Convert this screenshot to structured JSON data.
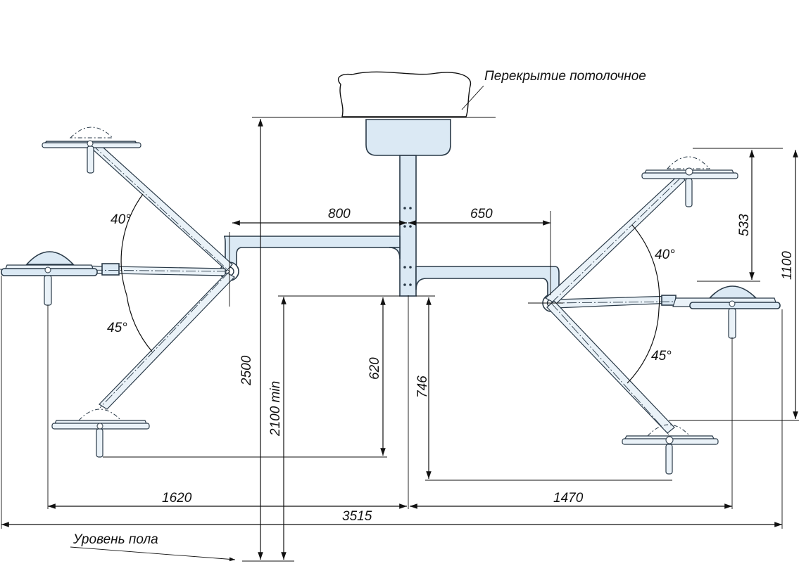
{
  "diagram": {
    "labels": {
      "ceiling": "Перекрытие потолочное",
      "floor": "Уровень пола"
    },
    "dimensions": {
      "d_800": "800",
      "d_650": "650",
      "d_2500": "2500",
      "d_2100": "2100 min",
      "d_620": "620",
      "d_746": "746",
      "d_533": "533",
      "d_1100": "1100",
      "d_1620": "1620",
      "d_1470": "1470",
      "d_3515": "3515"
    },
    "angles": {
      "left_upper": "40°",
      "left_lower": "45°",
      "right_upper": "40°",
      "right_lower": "45°"
    }
  }
}
